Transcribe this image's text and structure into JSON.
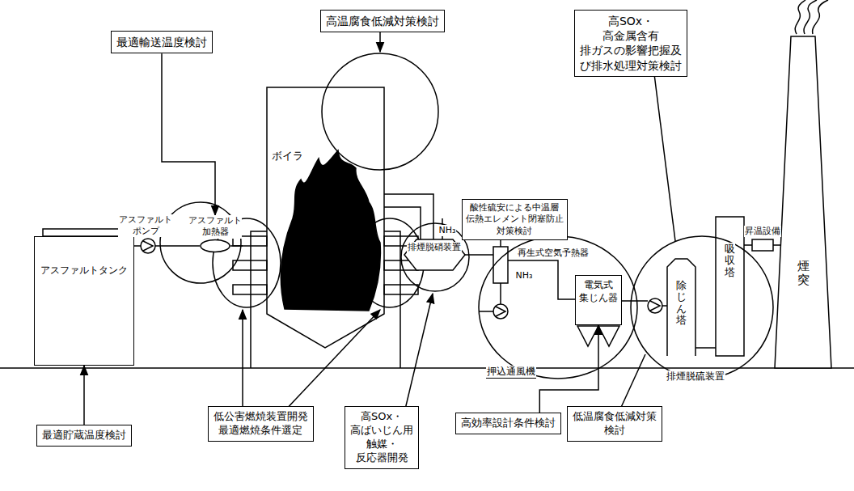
{
  "diagram": {
    "nodes": [
      {
        "text": [
          "高温腐食低減対策検討"
        ]
      },
      {
        "text": [
          "最適輸送温度検討"
        ]
      },
      {
        "text": [
          "高SOx・高金属含有 排ガスの影響把握及 び排水処理対策検討"
        ]
      },
      {
        "text": [
          "酸性硫安による中温層 伝熱エレメント閉塞防止 対策検討"
        ]
      },
      {
        "text": [
          "アスファルトタンク"
        ]
      },
      {
        "text": [
          "アスファルト 加熱器"
        ]
      },
      {
        "text": [
          "電気式 集じん器"
        ]
      },
      {
        "text": [
          "最適貯蔵温度検討"
        ]
      },
      {
        "text": [
          "低公害燃焼装置開発 最適燃焼条件選定"
        ]
      },
      {
        "text": [
          "高SOx・高ばいじん用 触媒・反応器開発"
        ]
      },
      {
        "text": [
          "高効率設計条件検討"
        ]
      },
      {
        "text": [
          "低温腐食低減対策 検討"
        ]
      }
    ],
    "edges": [
      {
        "from": 7,
        "to": 4,
        "arrow": "to"
      },
      {
        "from": 1,
        "to": 5,
        "arrow": "to"
      },
      {
        "from": 10,
        "to": 6,
        "arrow": "to"
      }
    ],
    "labels": [
      "アスファルト ポンプ",
      "ボイラ",
      "NH₃",
      "排煙脱硝装置",
      "NH₃",
      "再生式空気予熱器",
      "押込通風機",
      "除じん塔",
      "吸収塔",
      "排煙脱硫装置",
      "昇温設備",
      "煙突"
    ]
  }
}
